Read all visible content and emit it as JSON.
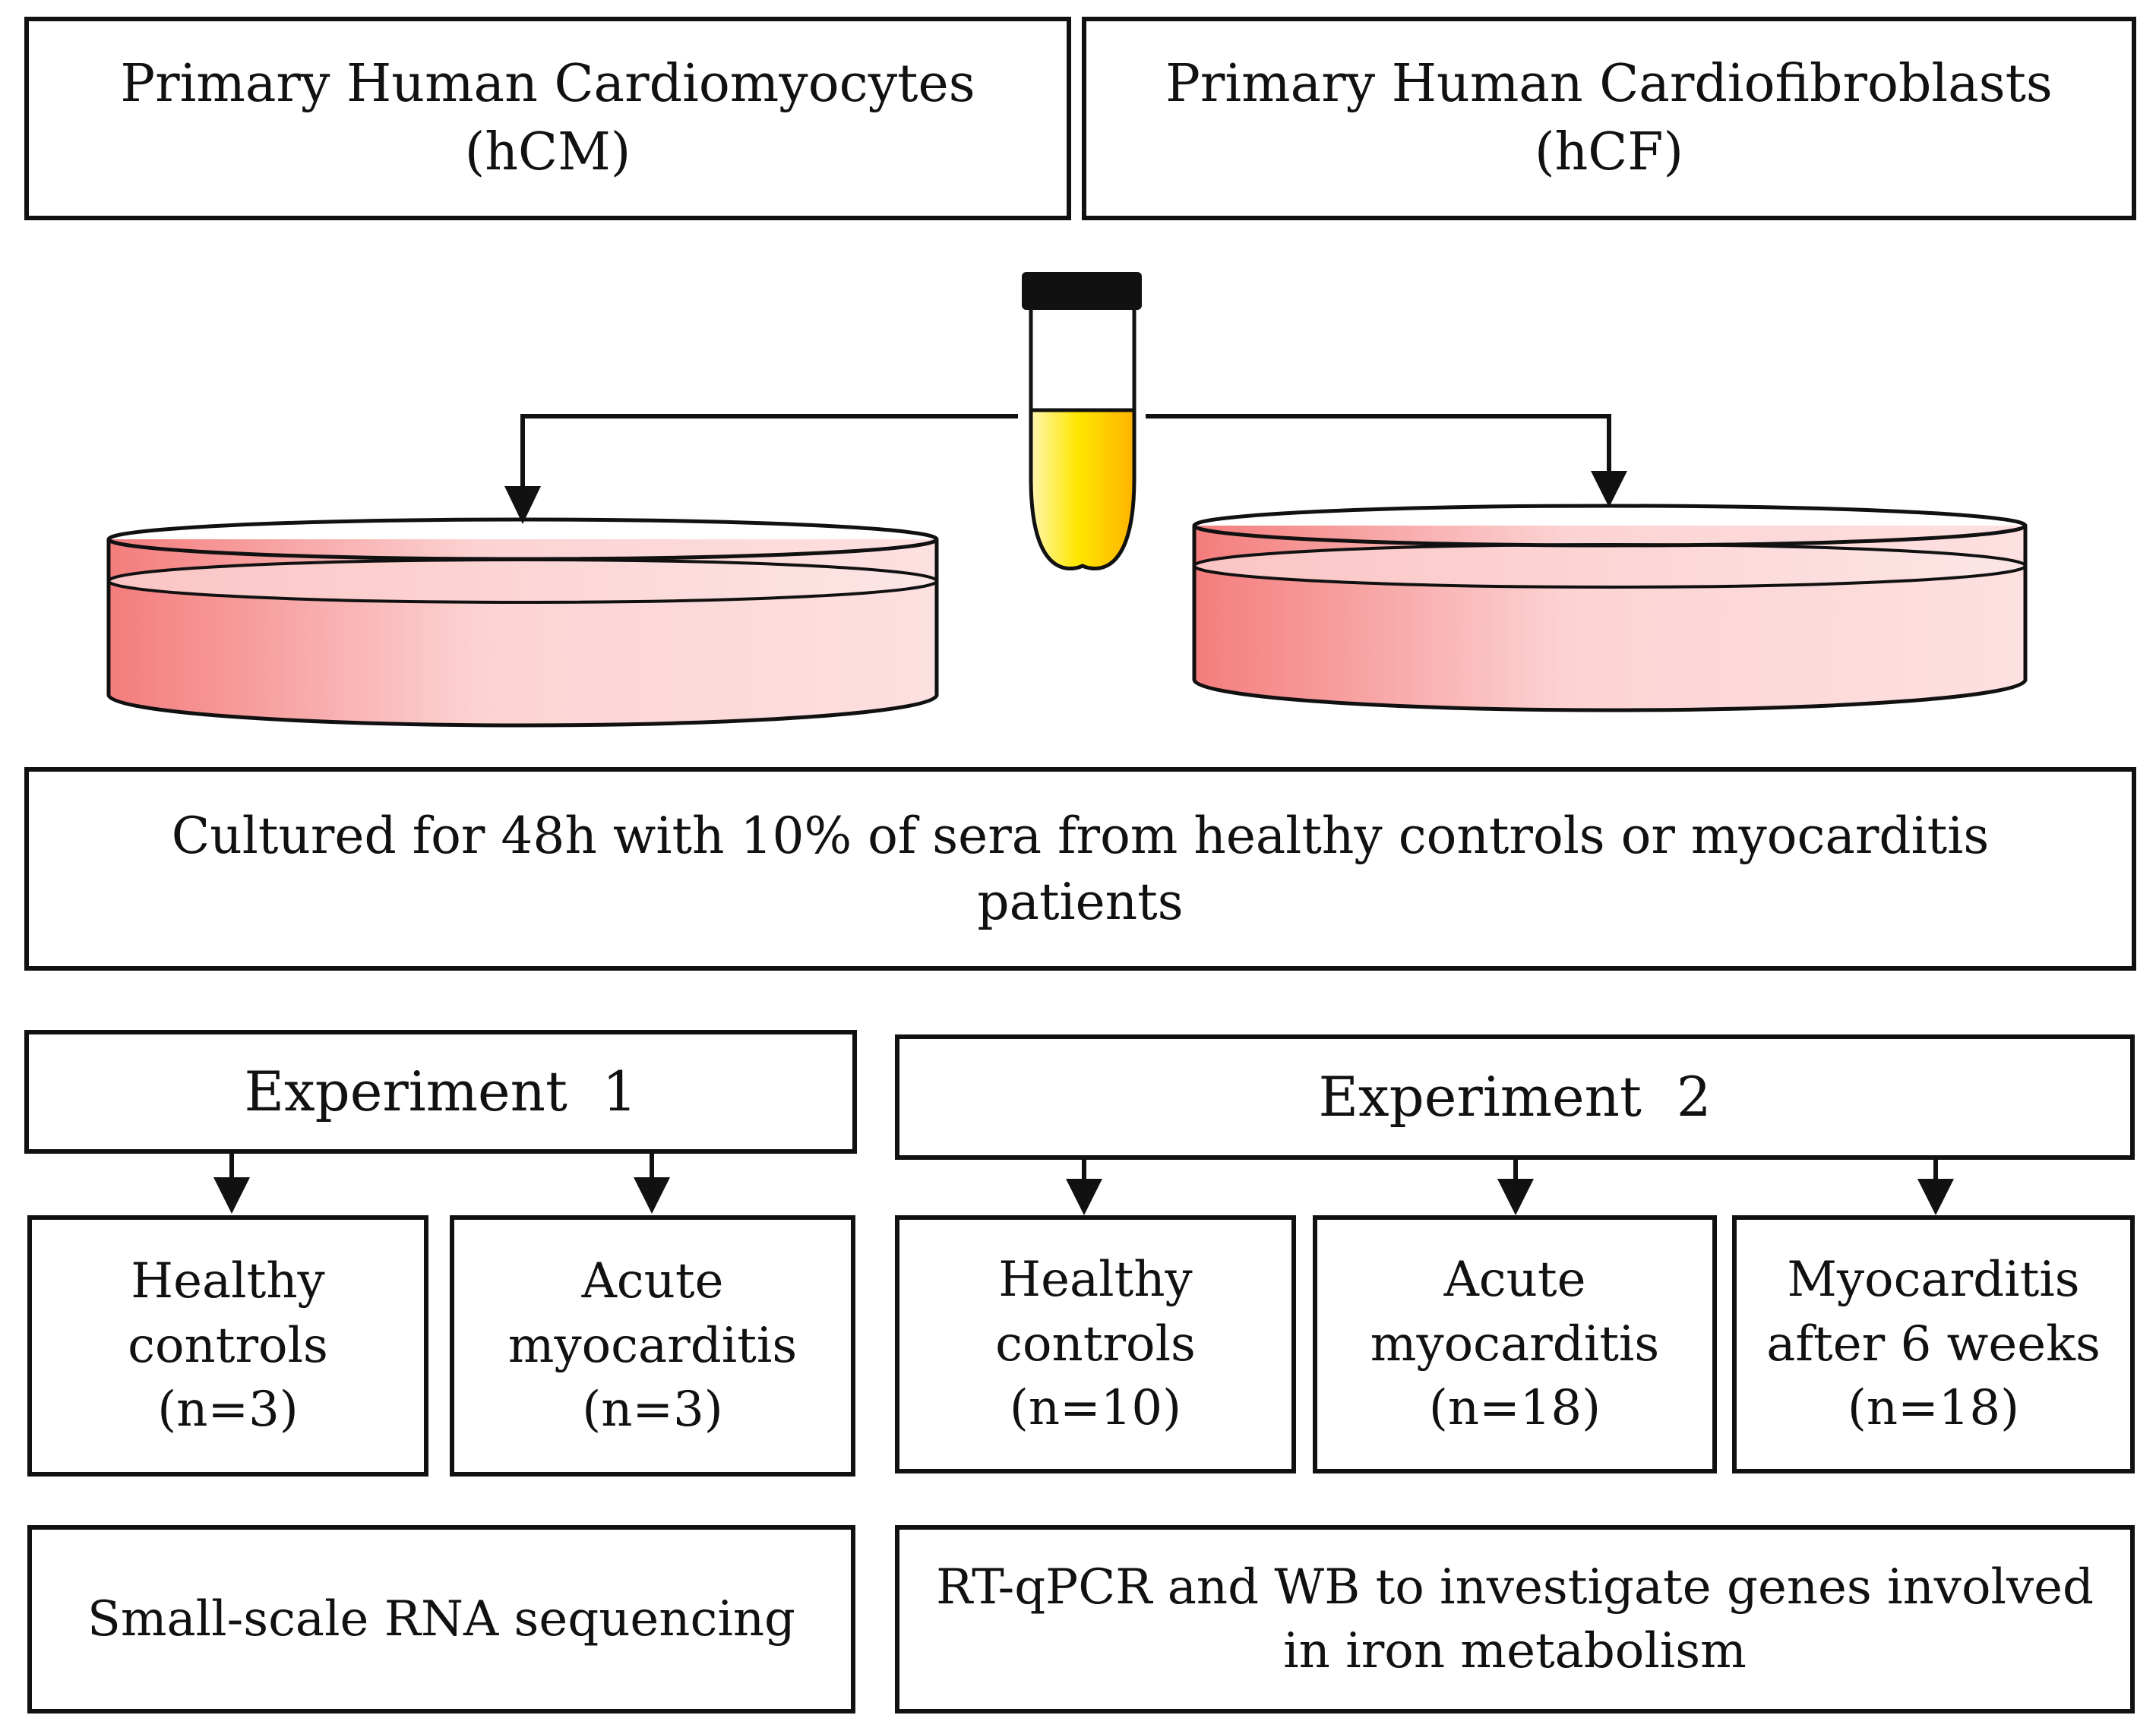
{
  "cell_types": [
    {
      "name": "Primary Human Cardiomyocytes",
      "abbr": "(hCM)"
    },
    {
      "name": "Primary Human Cardiofibroblasts",
      "abbr": "(hCF)"
    }
  ],
  "culture": {
    "line1": "Cultured for 48h with 10% of sera from healthy controls or myocarditis",
    "line2": "patients"
  },
  "experiment1": {
    "title": "Experiment  1",
    "groups": [
      {
        "line1": "Healthy",
        "line2": "controls",
        "n": "(n=3)"
      },
      {
        "line1": "Acute",
        "line2": "myocarditis",
        "n": "(n=3)"
      }
    ],
    "method": "Small-scale RNA sequencing"
  },
  "experiment2": {
    "title": "Experiment  2",
    "groups": [
      {
        "line1": "Healthy",
        "line2": "controls",
        "n": "(n=10)"
      },
      {
        "line1": "Acute",
        "line2": "myocarditis",
        "n": "(n=18)"
      },
      {
        "line1": "Myocarditis",
        "line2": "after 6 weeks",
        "n": "(n=18)"
      }
    ],
    "method_line1": "RT-qPCR and WB to investigate genes involved",
    "method_line2": "in iron metabolism"
  },
  "colors": {
    "serum": "#ffd000",
    "dish_medium": "#f47c7c",
    "outline": "#111111"
  }
}
